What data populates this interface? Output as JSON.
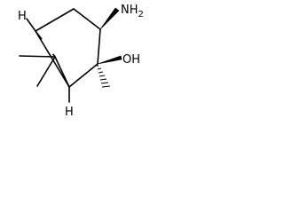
{
  "molecule": {
    "labels": {
      "h_top": "H",
      "h_bottom": "H",
      "amino": "NH2",
      "hydroxyl": "OH"
    }
  }
}
